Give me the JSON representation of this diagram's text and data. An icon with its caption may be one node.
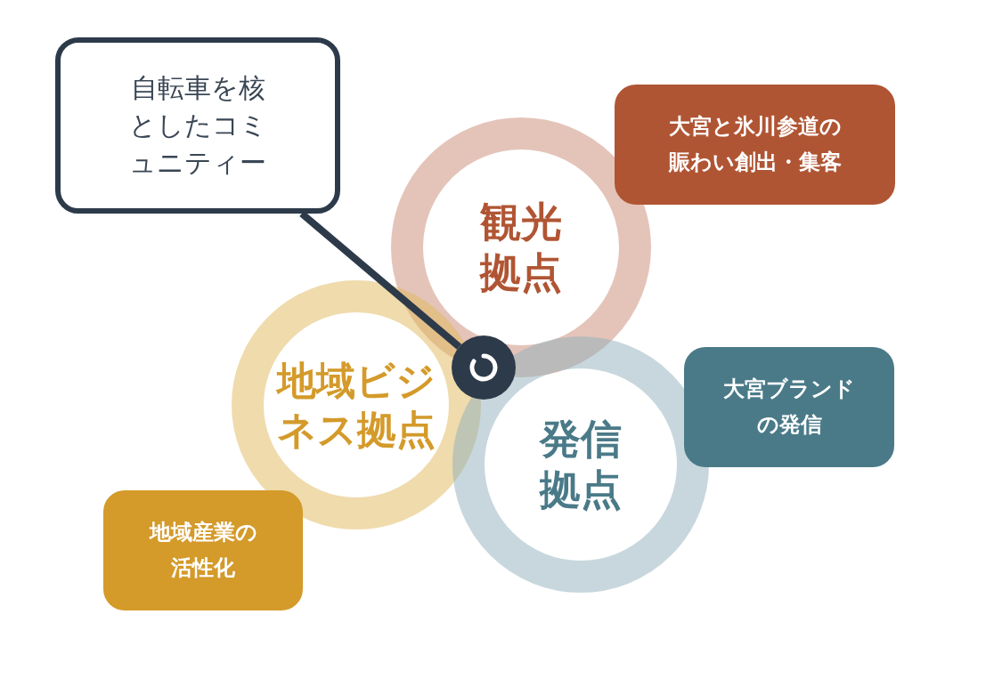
{
  "diagram": {
    "nodes": [
      {
        "text": [
          "自転車を核としたコミュニティー"
        ]
      },
      {
        "text": [
          "大宮と氷川参道の賑わい創出・集客"
        ]
      },
      {
        "text": [
          "観光拠点"
        ]
      },
      {
        "text": [],
        "shape": "circle"
      },
      {
        "text": [
          "地域ビジネス拠点"
        ]
      },
      {
        "text": [
          "大宮ブランドの発信"
        ]
      },
      {
        "text": [
          "発信拠点"
        ]
      },
      {
        "text": [
          "地域産業の活性化"
        ]
      }
    ],
    "edges": [
      {
        "from": 0,
        "to": 3,
        "arrow": "none"
      }
    ]
  }
}
